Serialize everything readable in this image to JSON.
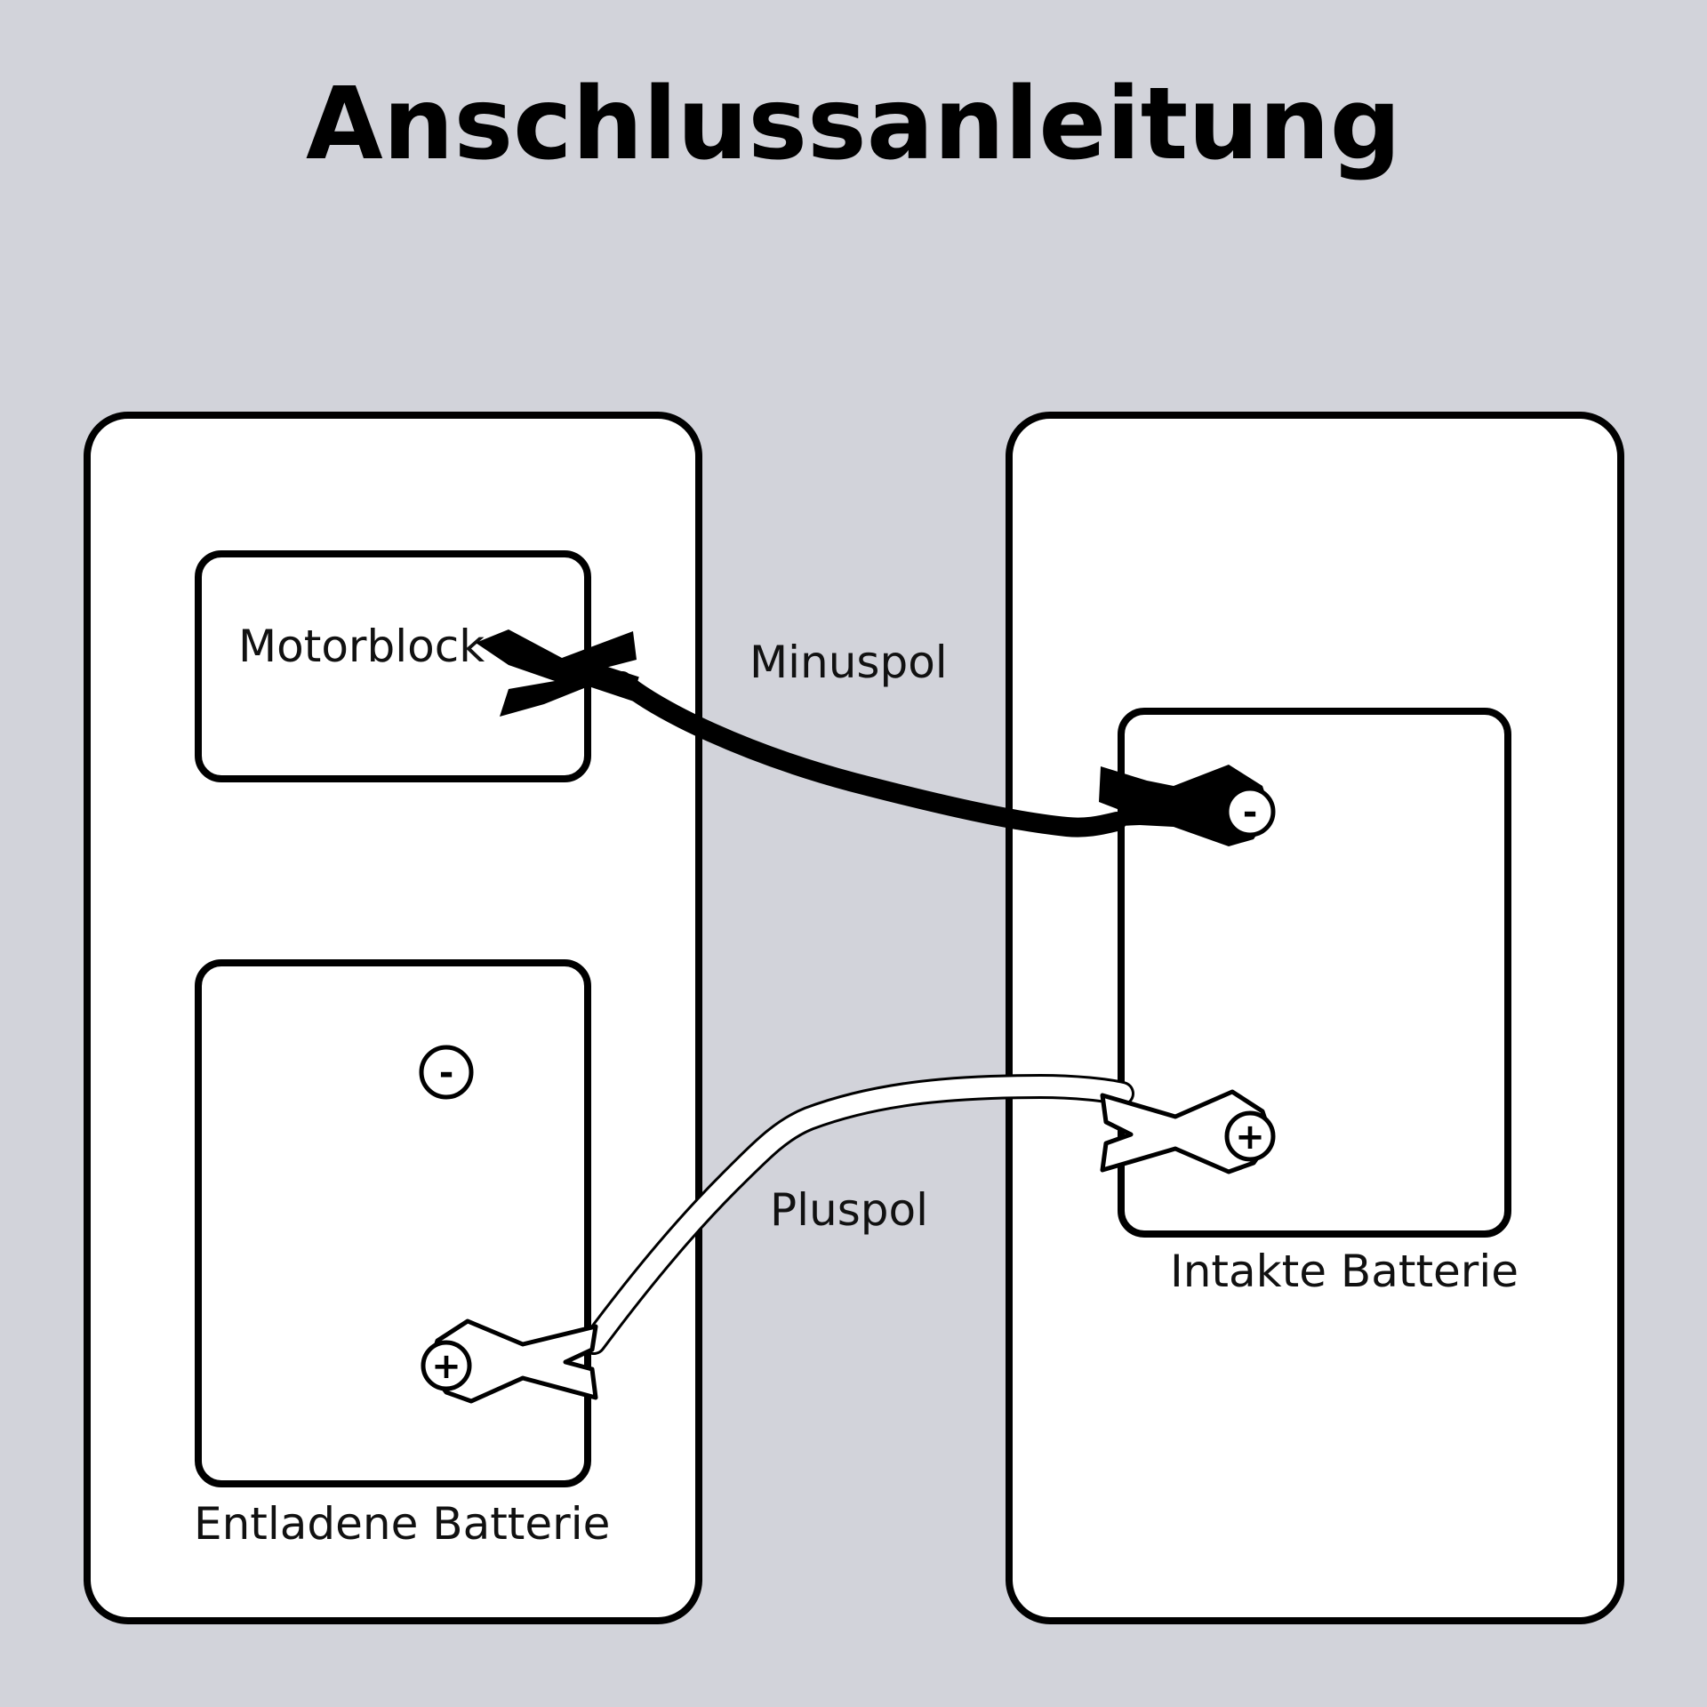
{
  "title": "Anschlussanleitung",
  "labels": {
    "motorblock": "Motorblock",
    "minuspol": "Minuspol",
    "pluspol": "Pluspol",
    "entladene_batterie": "Entladene Batterie",
    "intakte_batterie": "Intakte Batterie"
  },
  "terminals": {
    "minus": "-",
    "plus": "+"
  },
  "colors": {
    "background": "#d2d3da",
    "panel": "#ffffff",
    "stroke": "#000000"
  }
}
